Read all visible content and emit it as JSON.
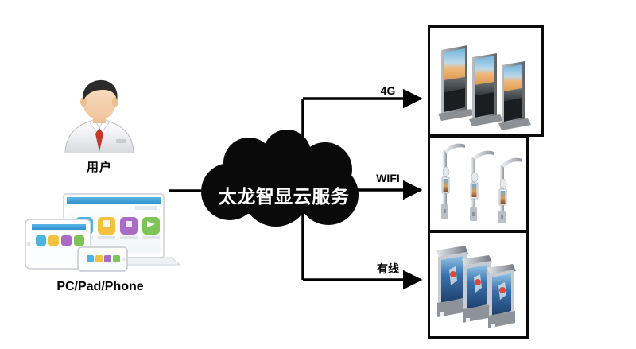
{
  "diagram": {
    "title": "太龙智显云服务 network topology",
    "background_color": "#ffffff",
    "line_color": "#000000",
    "cloud_color": "#0a0a0a",
    "cloud_text_color": "#ffffff"
  },
  "nodes": {
    "user": {
      "label": "用户",
      "icon": "user-avatar-icon"
    },
    "devices": {
      "label": "PC/Pad/Phone",
      "icon": "laptop-tablet-phone-icon"
    },
    "cloud": {
      "label": "太龙智显云服务",
      "icon": "cloud-shape"
    }
  },
  "links": [
    {
      "label": "4G",
      "name": "link-4g"
    },
    {
      "label": "WIFI",
      "name": "link-wifi"
    },
    {
      "label": "有线",
      "name": "link-wired"
    }
  ],
  "endpoints": [
    {
      "name": "floor-standing-signage",
      "icon": "floor-standing-display-icon",
      "count": 3,
      "screen_scene": "sunset-highway"
    },
    {
      "name": "smart-light-pole",
      "icon": "smart-light-pole-icon",
      "count": 3,
      "screen_scene": "small-poster"
    },
    {
      "name": "outdoor-shelter-display",
      "icon": "outdoor-shelter-display-icon",
      "count": 3,
      "screen_scene": "blue-poster"
    }
  ],
  "colors": {
    "accent_blue": "#3aa0dc",
    "accent_yellow": "#f5c242",
    "accent_purple": "#a06bc4",
    "accent_green": "#7dc45a",
    "tie_red": "#c0392b",
    "hair_dark": "#2b2b2b",
    "sky_blue": "#5fa8d8",
    "sunset_orange": "#e8a15a",
    "road_gray": "#4a4a4a",
    "pole_gray": "#cfd3d6",
    "shelter_blue": "#2e5f96"
  }
}
